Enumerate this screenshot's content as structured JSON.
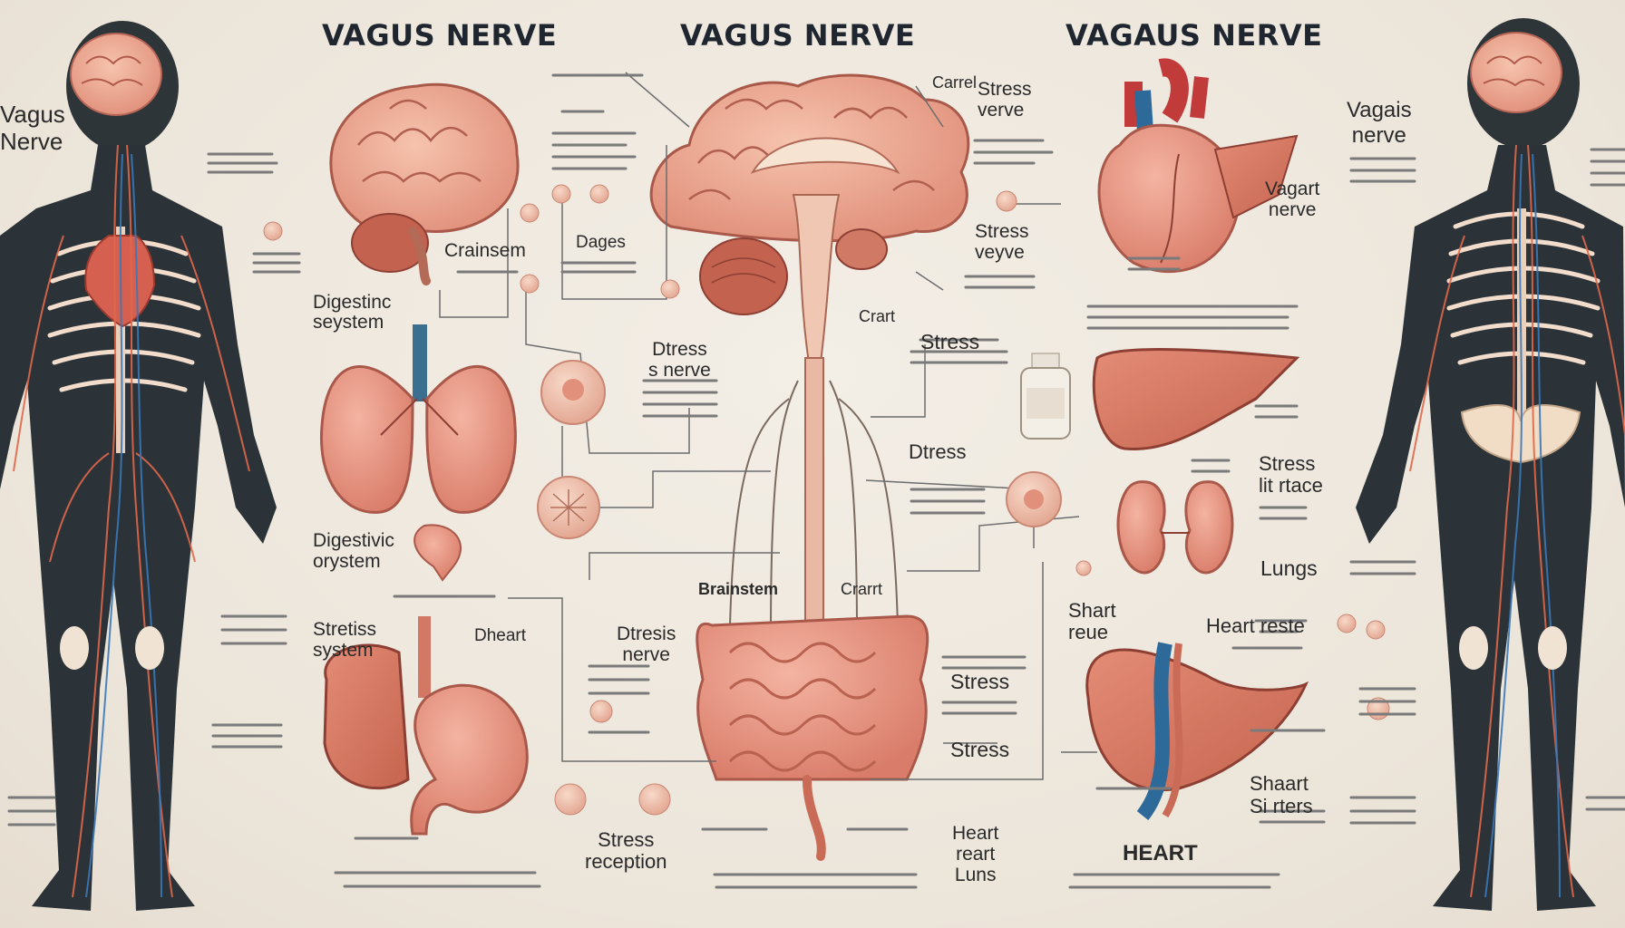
{
  "palette": {
    "background": "#ece5da",
    "skin": "#e8a08f",
    "tissue_dark": "#c8705f",
    "body_dark": "#2b3338",
    "nerve": "#d86a4c",
    "vein": "#2d6a9a",
    "line": "#555555"
  },
  "titles": {
    "left": "VAGUS NERVE",
    "center": "VAGUS NERVE",
    "right": "VAGAUS NERVE"
  },
  "labels": {
    "vagus_nerve_left": "Vagus\nNerve",
    "vagas_nerve_right": "Vagais\nnerve",
    "crainsem": "Crainsem",
    "digestinc": "Digestinc\nseystem",
    "digestivic": "Digestivic\norystem",
    "stretiss": "Stretiss\nsystem",
    "dhert": "Dheart",
    "dages": "Dages",
    "dtress_nerve": "Dtress\ns nerve",
    "dtresis_nerve": "Dtresis\nnerve",
    "brainstem": "Brainstem",
    "crart": "Crart",
    "crarrt": "Crarrt",
    "carrel": "Carrel",
    "stress_verve": "Stress\nverve",
    "stress_veyve": "Stress\nveyve",
    "stress_1": "Stress",
    "dtress": "Dtress",
    "stress_2": "Stress",
    "stress_3": "Stress",
    "heart_reart": "Heart\nreart",
    "luns": "Luns",
    "stress_reception": "Stress\nreception",
    "vagart_nerve": "Vagart\nnerve",
    "stress_lit": "Stress\nlit rtace",
    "lungs": "Lungs",
    "shart_reue": "Shart\nreue",
    "heart_reste": "Heart reste",
    "shaart": "Shaart\nSi rters",
    "heart": "HEART"
  }
}
